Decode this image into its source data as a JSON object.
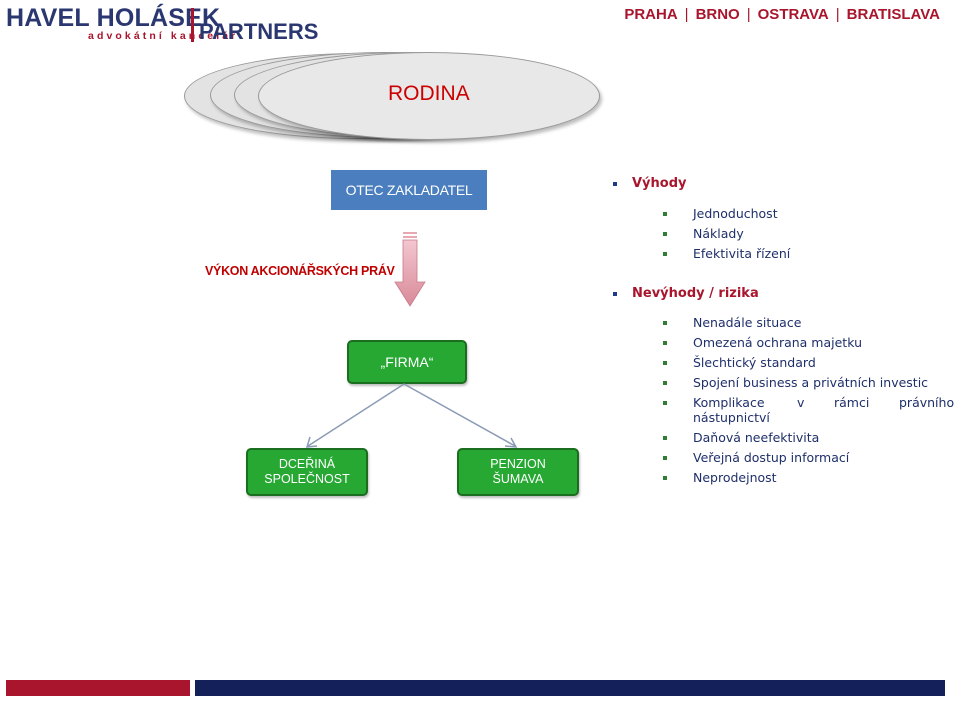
{
  "header": {
    "logo_line1": "HAVEL HOLÁSEK",
    "logo_line2": "advokátní kancelář",
    "logo_partners": "PARTNERS",
    "cities": [
      "PRAHA",
      "BRNO",
      "OSTRAVA",
      "BRATISLAVA"
    ],
    "cities_separator": "|"
  },
  "diagram": {
    "rodina": "RODINA",
    "otec": "OTEC ZAKLADATEL",
    "vykon": "VÝKON AKCIONÁŘSKÝCH PRÁV",
    "firma": "„FIRMA“",
    "dcerina_line1": "DCEŘINÁ",
    "dcerina_line2": "SPOLEČNOST",
    "penzion_line1": "PENZION",
    "penzion_line2": "ŠUMAVA"
  },
  "advantages": {
    "title": "Výhody",
    "items": [
      "Jednoduchost",
      "Náklady",
      "Efektivita řízení"
    ]
  },
  "disadvantages": {
    "title": "Nevýhody / rizika",
    "items": [
      "Nenadále situace",
      "Omezená ochrana majetku",
      "Šlechtický standard",
      "Spojení business a privátních investic",
      "Komplikace",
      "v",
      "rámci",
      "právního",
      "nástupnictví",
      "Daňová neefektivita",
      "Veřejná dostup informací",
      "Neprodejnost"
    ]
  },
  "colors": {
    "brand_blue": "#2a3770",
    "brand_red": "#a8152c",
    "box_blue": "#4a7ebe",
    "box_green": "#27a833",
    "rodina_red": "#cc0000"
  }
}
